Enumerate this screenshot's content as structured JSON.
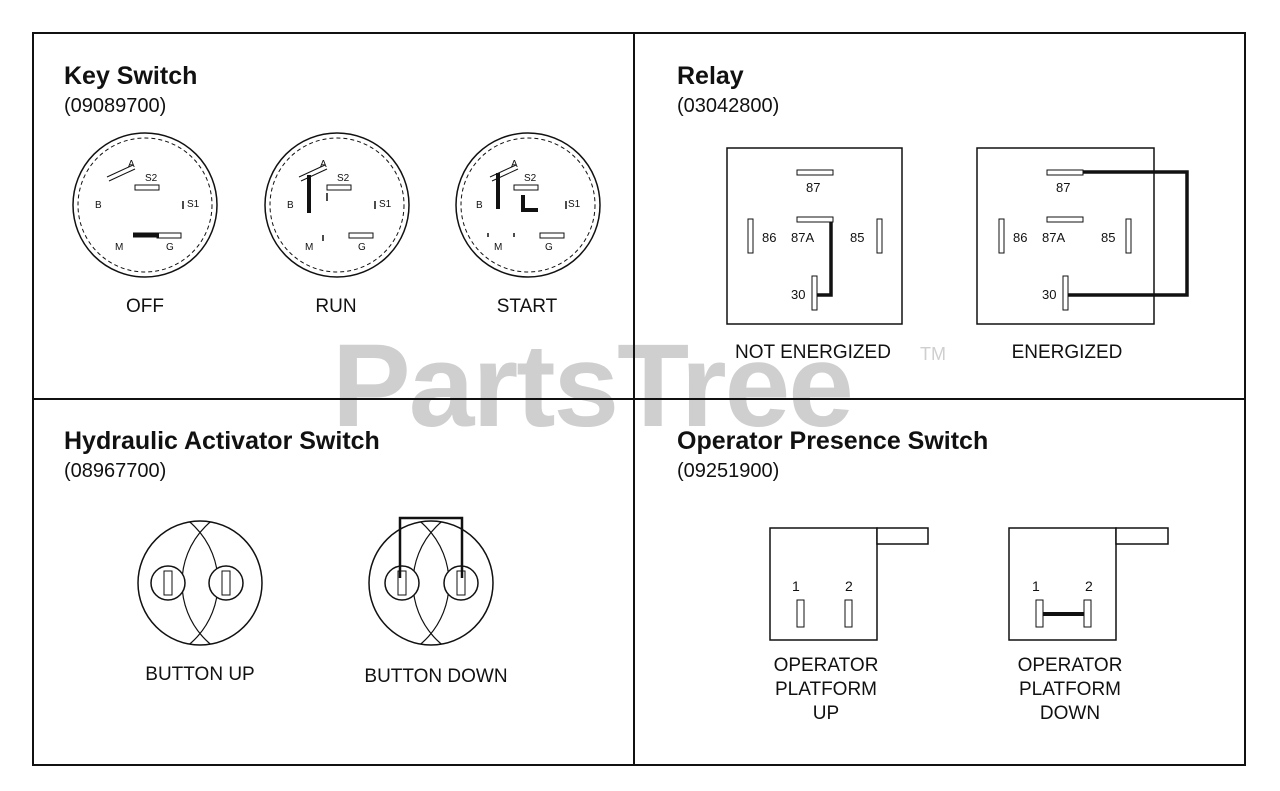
{
  "watermark": {
    "brand": "PartsTree",
    "mark": "TM"
  },
  "key_switch": {
    "title": "Key Switch",
    "part_number": "(09089700)",
    "terminals": {
      "a": "A",
      "b": "B",
      "s1": "S1",
      "s2": "S2",
      "m": "M",
      "g": "G"
    },
    "positions": [
      "OFF",
      "RUN",
      "START"
    ]
  },
  "relay": {
    "title": "Relay",
    "part_number": "(03042800)",
    "pins": {
      "p87": "87",
      "p86": "86",
      "p87a": "87A",
      "p85": "85",
      "p30": "30"
    },
    "states": [
      "NOT ENERGIZED",
      "ENERGIZED"
    ]
  },
  "hydraulic_switch": {
    "title": "Hydraulic Activator Switch",
    "part_number": "(08967700)",
    "states": [
      "BUTTON UP",
      "BUTTON DOWN"
    ]
  },
  "operator_switch": {
    "title": "Operator Presence Switch",
    "part_number": "(09251900)",
    "pins": {
      "p1": "1",
      "p2": "2"
    },
    "states": [
      {
        "line1": "OPERATOR",
        "line2": "PLATFORM",
        "line3": "UP"
      },
      {
        "line1": "OPERATOR",
        "line2": "PLATFORM",
        "line3": "DOWN"
      }
    ]
  }
}
